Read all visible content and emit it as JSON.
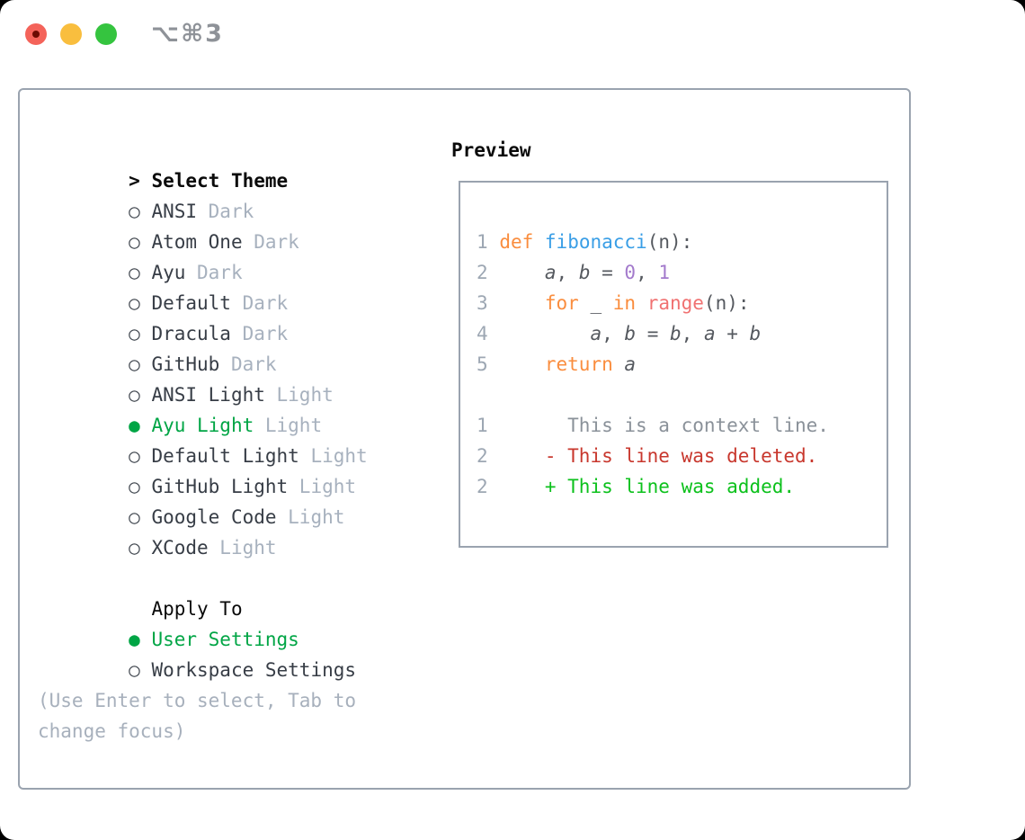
{
  "window": {
    "shortcut": "⌥⌘3",
    "traffic_lights": [
      "close",
      "minimize",
      "zoom"
    ]
  },
  "colors": {
    "selection_green": "#00A545",
    "added_green": "#0CC11C",
    "deleted_red": "#C8372D",
    "panel_border": "#9AA3AF",
    "tag_gray": "#A7B1BE",
    "traffic_close": "#F4635A",
    "traffic_minimize": "#F9BE3E",
    "traffic_zoom": "#35C43F"
  },
  "theme_panel": {
    "header": {
      "marker": ">",
      "label": "Select Theme"
    },
    "themes": [
      {
        "marker": "○",
        "name": "ANSI",
        "tag": "Dark",
        "selected": false
      },
      {
        "marker": "○",
        "name": "Atom One",
        "tag": "Dark",
        "selected": false
      },
      {
        "marker": "○",
        "name": "Ayu",
        "tag": "Dark",
        "selected": false
      },
      {
        "marker": "○",
        "name": "Default",
        "tag": "Dark",
        "selected": false
      },
      {
        "marker": "○",
        "name": "Dracula",
        "tag": "Dark",
        "selected": false
      },
      {
        "marker": "○",
        "name": "GitHub",
        "tag": "Dark",
        "selected": false
      },
      {
        "marker": "○",
        "name": "ANSI Light",
        "tag": "Light",
        "selected": false
      },
      {
        "marker": "●",
        "name": "Ayu Light",
        "tag": "Light",
        "selected": true
      },
      {
        "marker": "○",
        "name": "Default Light",
        "tag": "Light",
        "selected": false
      },
      {
        "marker": "○",
        "name": "GitHub Light",
        "tag": "Light",
        "selected": false
      },
      {
        "marker": "○",
        "name": "Google Code",
        "tag": "Light",
        "selected": false
      },
      {
        "marker": "○",
        "name": "XCode",
        "tag": "Light",
        "selected": false
      }
    ],
    "apply_to": {
      "label": "Apply To",
      "options": [
        {
          "marker": "●",
          "name": "User Settings",
          "selected": true
        },
        {
          "marker": "○",
          "name": "Workspace Settings",
          "selected": false
        }
      ]
    },
    "help_text": "(Use Enter to select, Tab to change focus)"
  },
  "preview": {
    "header": "Preview",
    "lines": [
      {
        "num": "1",
        "tokens": [
          {
            "s": "plain",
            "t": " "
          },
          {
            "s": "kw",
            "t": "def"
          },
          {
            "s": "plain",
            "t": " "
          },
          {
            "s": "fn",
            "t": "fibonacci"
          },
          {
            "s": "plain",
            "t": "(n):"
          }
        ]
      },
      {
        "num": "2",
        "tokens": [
          {
            "s": "plain",
            "t": "     "
          },
          {
            "s": "var",
            "t": "a"
          },
          {
            "s": "plain",
            "t": ", "
          },
          {
            "s": "var",
            "t": "b"
          },
          {
            "s": "plain",
            "t": " = "
          },
          {
            "s": "num",
            "t": "0"
          },
          {
            "s": "plain",
            "t": ", "
          },
          {
            "s": "num",
            "t": "1"
          }
        ]
      },
      {
        "num": "3",
        "tokens": [
          {
            "s": "plain",
            "t": "     "
          },
          {
            "s": "kw",
            "t": "for"
          },
          {
            "s": "plain",
            "t": " _ "
          },
          {
            "s": "kw",
            "t": "in"
          },
          {
            "s": "plain",
            "t": " "
          },
          {
            "s": "call",
            "t": "range"
          },
          {
            "s": "plain",
            "t": "(n):"
          }
        ]
      },
      {
        "num": "4",
        "tokens": [
          {
            "s": "plain",
            "t": "         "
          },
          {
            "s": "var",
            "t": "a"
          },
          {
            "s": "plain",
            "t": ", "
          },
          {
            "s": "var",
            "t": "b"
          },
          {
            "s": "plain",
            "t": " = "
          },
          {
            "s": "var",
            "t": "b"
          },
          {
            "s": "plain",
            "t": ", "
          },
          {
            "s": "var",
            "t": "a"
          },
          {
            "s": "plain",
            "t": " + "
          },
          {
            "s": "var",
            "t": "b"
          }
        ]
      },
      {
        "num": "5",
        "tokens": [
          {
            "s": "plain",
            "t": "     "
          },
          {
            "s": "kw",
            "t": "return"
          },
          {
            "s": "plain",
            "t": " "
          },
          {
            "s": "var",
            "t": "a"
          }
        ]
      },
      {
        "num": "",
        "tokens": []
      },
      {
        "num": "1",
        "tokens": [
          {
            "s": "ctx",
            "t": "       This is a context line."
          }
        ]
      },
      {
        "num": "2",
        "tokens": [
          {
            "s": "plain",
            "t": "     "
          },
          {
            "s": "del",
            "t": "- This line was deleted."
          }
        ]
      },
      {
        "num": "2",
        "tokens": [
          {
            "s": "plain",
            "t": "     "
          },
          {
            "s": "add",
            "t": "+ This line was added."
          }
        ]
      }
    ]
  }
}
